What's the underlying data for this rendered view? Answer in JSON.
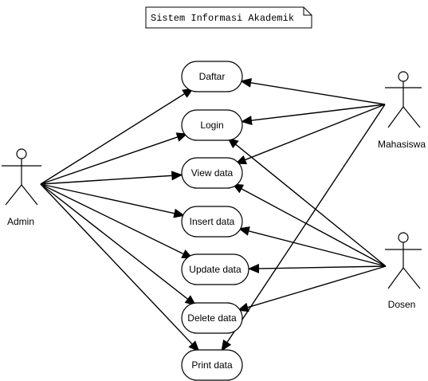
{
  "diagram": {
    "note": "Sistem Informasi Akademik",
    "actors": [
      {
        "id": "admin",
        "label": "Admin"
      },
      {
        "id": "mahasiswa",
        "label": "Mahasiswa"
      },
      {
        "id": "dosen",
        "label": "Dosen"
      }
    ],
    "use_cases": [
      {
        "id": "daftar",
        "label": "Daftar"
      },
      {
        "id": "login",
        "label": "Login"
      },
      {
        "id": "view",
        "label": "View data"
      },
      {
        "id": "insert",
        "label": "Insert data"
      },
      {
        "id": "update",
        "label": "Update data"
      },
      {
        "id": "delete",
        "label": "Delete data"
      },
      {
        "id": "print",
        "label": "Print data"
      }
    ],
    "associations": [
      {
        "from": "admin",
        "to": "daftar"
      },
      {
        "from": "admin",
        "to": "login"
      },
      {
        "from": "admin",
        "to": "view"
      },
      {
        "from": "admin",
        "to": "insert"
      },
      {
        "from": "admin",
        "to": "update"
      },
      {
        "from": "admin",
        "to": "delete"
      },
      {
        "from": "admin",
        "to": "print"
      },
      {
        "from": "mahasiswa",
        "to": "daftar"
      },
      {
        "from": "mahasiswa",
        "to": "login"
      },
      {
        "from": "mahasiswa",
        "to": "view"
      },
      {
        "from": "mahasiswa",
        "to": "print"
      },
      {
        "from": "dosen",
        "to": "login"
      },
      {
        "from": "dosen",
        "to": "view"
      },
      {
        "from": "dosen",
        "to": "insert"
      },
      {
        "from": "dosen",
        "to": "update"
      },
      {
        "from": "dosen",
        "to": "delete"
      }
    ]
  }
}
